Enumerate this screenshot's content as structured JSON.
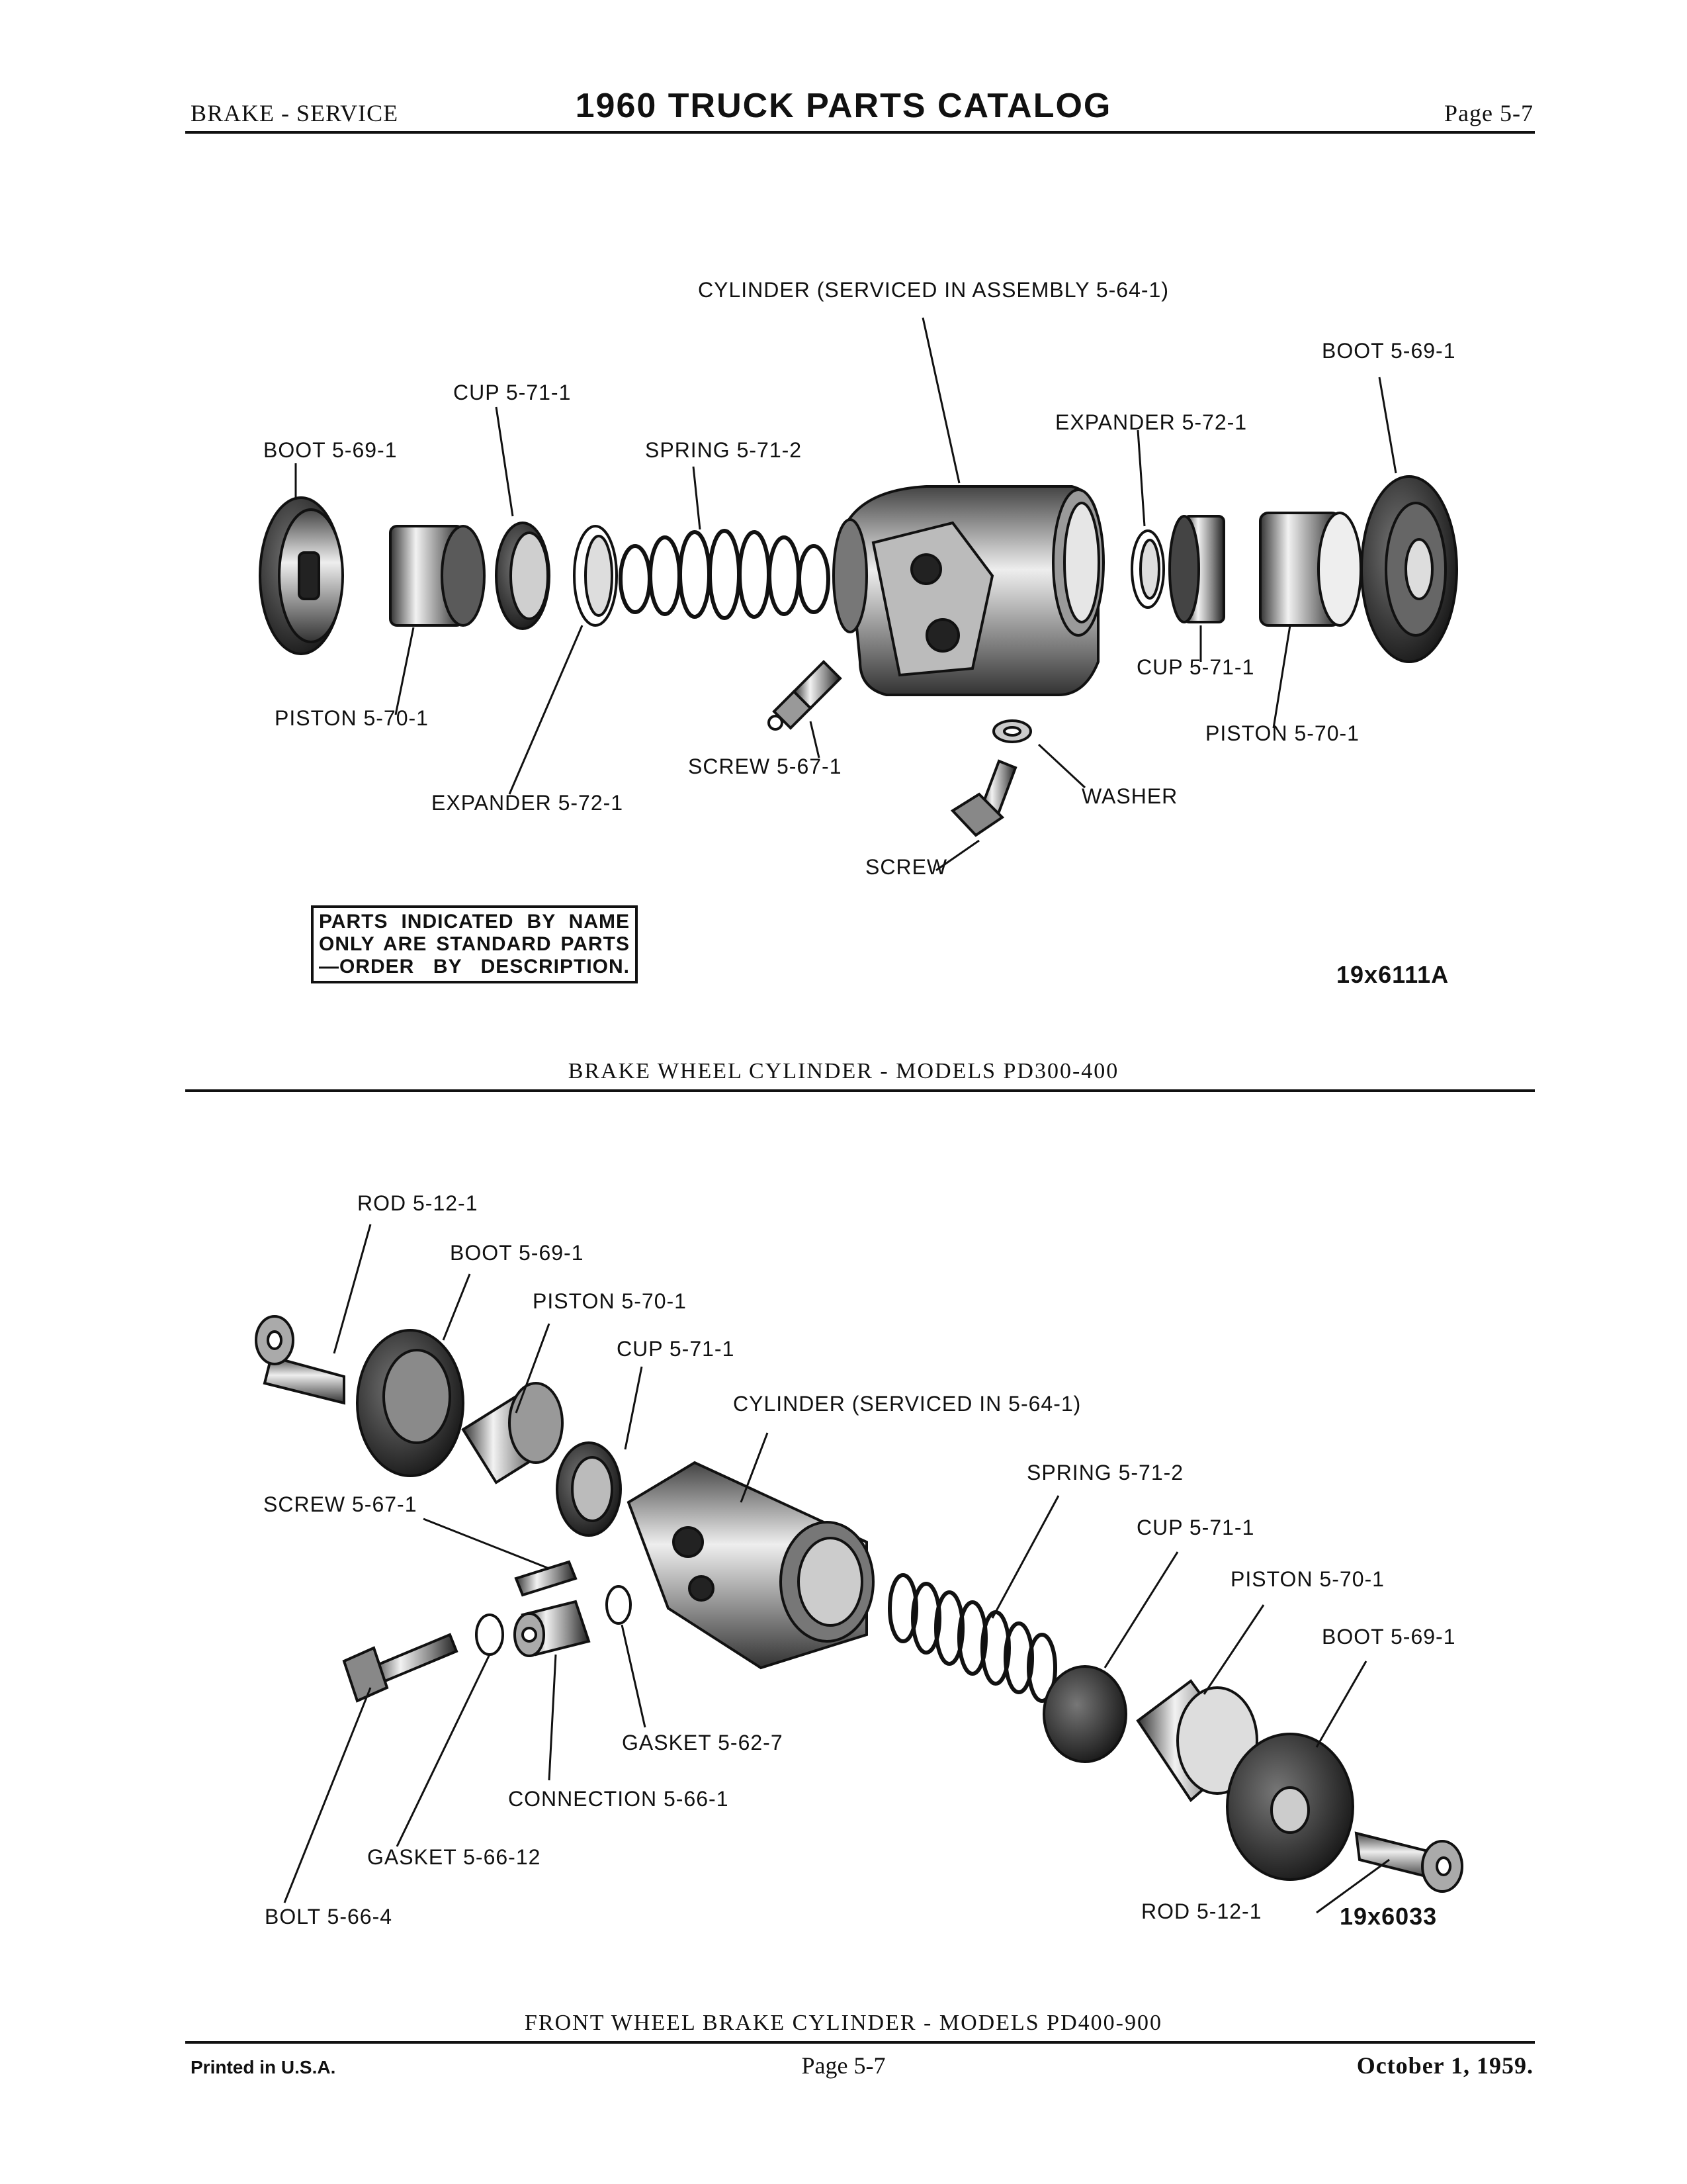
{
  "header": {
    "section": "BRAKE - SERVICE",
    "title": "1960 TRUCK PARTS CATALOG",
    "page": "Page 5-7"
  },
  "figure1": {
    "labels": {
      "cylinder": "CYLINDER (SERVICED IN ASSEMBLY 5-64-1)",
      "boot_right": "BOOT 5-69-1",
      "cup_top": "CUP 5-71-1",
      "expander_top": "EXPANDER 5-72-1",
      "boot_left": "BOOT 5-69-1",
      "spring": "SPRING 5-71-2",
      "piston_left": "PISTON 5-70-1",
      "cup_bottom": "CUP 5-71-1",
      "piston_right": "PISTON 5-70-1",
      "screw_bleeder": "SCREW 5-67-1",
      "expander_bottom": "EXPANDER 5-72-1",
      "washer": "WASHER",
      "screw": "SCREW"
    },
    "note": [
      "PARTS INDICATED BY NAME",
      "ONLY ARE STANDARD PARTS",
      "—ORDER BY DESCRIPTION."
    ],
    "figure_id": "19x6111A",
    "caption": "BRAKE WHEEL CYLINDER - MODELS PD300-400"
  },
  "figure2": {
    "labels": {
      "rod_left": "ROD 5-12-1",
      "boot_left": "BOOT 5-69-1",
      "piston_left": "PISTON 5-70-1",
      "cup_left": "CUP 5-71-1",
      "cylinder": "CYLINDER (SERVICED IN 5-64-1)",
      "spring": "SPRING 5-71-2",
      "screw": "SCREW 5-67-1",
      "cup_right": "CUP 5-71-1",
      "piston_right": "PISTON 5-70-1",
      "boot_right": "BOOT 5-69-1",
      "gasket_small": "GASKET 5-62-7",
      "connection": "CONNECTION 5-66-1",
      "gasket_large": "GASKET 5-66-12",
      "bolt": "BOLT 5-66-4",
      "rod_right": "ROD 5-12-1"
    },
    "figure_id": "19x6033",
    "caption": "FRONT WHEEL BRAKE CYLINDER - MODELS PD400-900"
  },
  "footer": {
    "printed": "Printed in U.S.A.",
    "page": "Page 5-7",
    "date": "October 1, 1959."
  }
}
